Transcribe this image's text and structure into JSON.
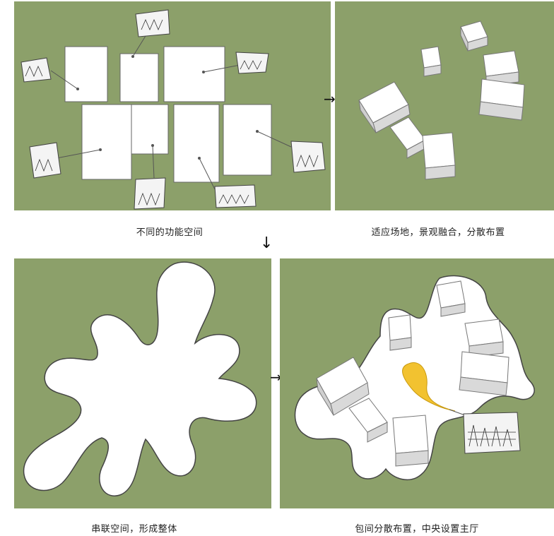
{
  "panels": [
    {
      "caption": "不同的功能空间"
    },
    {
      "caption": "适应场地，景观融合，分散布置"
    },
    {
      "caption": "串联空间，形成整体"
    },
    {
      "caption": "包间分散布置，中央设置主厅"
    }
  ],
  "arrows": {
    "right_top": "→",
    "down": "↓",
    "right_bottom": "→"
  },
  "colors": {
    "site_green": "#8ca06a",
    "building_white": "#ffffff",
    "main_hall_yellow": "#f2c230",
    "outline": "#555555"
  }
}
